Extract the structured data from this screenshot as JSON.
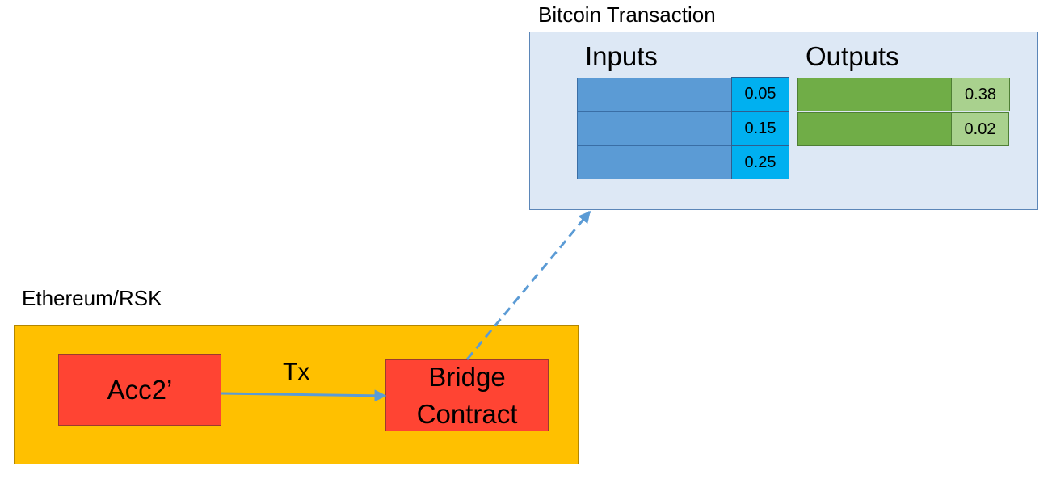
{
  "colors": {
    "btc_panel_fill": "#dde8f5",
    "input_bar": "#5b9bd5",
    "input_value": "#00b0f0",
    "output_bar": "#70ad47",
    "output_value": "#a9d18e",
    "eth_panel_fill": "#ffc000",
    "red_box": "#ff4433",
    "arrow": "#5b9bd5"
  },
  "bitcoin_tx": {
    "title": "Bitcoin Transaction",
    "inputs_label": "Inputs",
    "outputs_label": "Outputs",
    "inputs": [
      "0.05",
      "0.15",
      "0.25"
    ],
    "outputs": [
      "0.38",
      "0.02"
    ]
  },
  "ethereum": {
    "title": "Ethereum/RSK",
    "account": "Acc2’",
    "tx_label": "Tx",
    "bridge_line1": "Bridge",
    "bridge_line2": "Contract"
  }
}
